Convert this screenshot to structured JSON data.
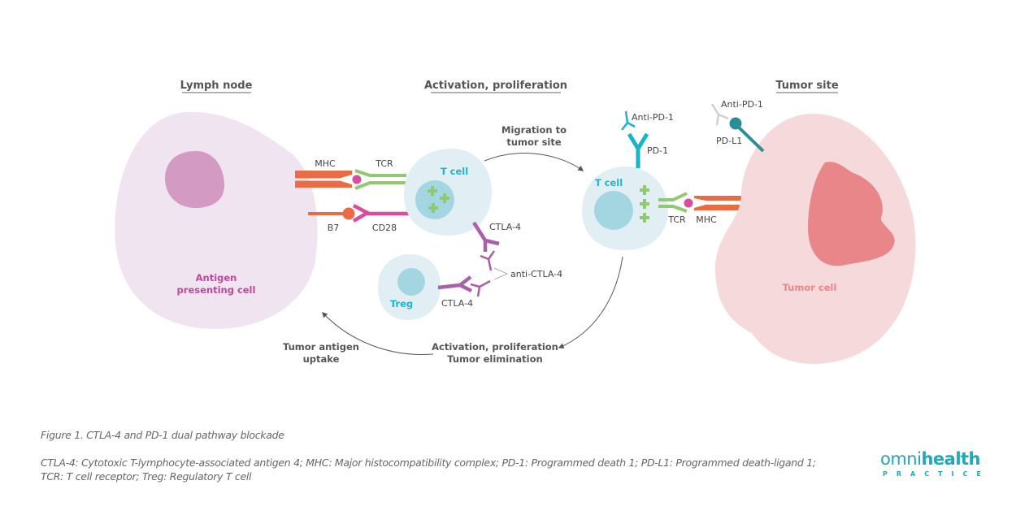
{
  "figure": {
    "sections": {
      "lymph_node": "Lymph node",
      "activation": "Activation, proliferation",
      "tumor_site": "Tumor site"
    },
    "cells": {
      "apc": [
        "Antigen",
        "presenting cell"
      ],
      "t_cell_left": "T cell",
      "t_cell_right": "T cell",
      "treg": "Treg",
      "tumor": "Tumor cell"
    },
    "molecule_labels": {
      "mhc_left": "MHC",
      "tcr_left": "TCR",
      "b7": "B7",
      "cd28": "CD28",
      "ctla4_tcell": "CTLA-4",
      "ctla4_treg": "CTLA-4",
      "anti_ctla4": "anti-CTLA-4",
      "anti_pd1_tcell": "Anti-PD-1",
      "pd1": "PD-1",
      "tcr_right": "TCR",
      "mhc_right": "MHC",
      "anti_pd1_tumor": "Anti-PD-1",
      "pdl1": "PD-L1"
    },
    "flow_labels": {
      "migration": [
        "Migration to",
        "tumor site"
      ],
      "activation_elim": [
        "Activation, proliferation",
        "Tumor elimination"
      ],
      "antigen_uptake": [
        "Tumor antigen",
        "uptake"
      ]
    },
    "colors": {
      "apc_body": "#f1e4f1",
      "apc_nucleus": "#d39ac4",
      "apc_text": "#c0479b",
      "tcell_body": "#e1eff5",
      "tcell_nucleus": "#a4d6e1",
      "tcell_text": "#1eb4cc",
      "tumor_body": "#f6d9da",
      "tumor_nucleus": "#e88689",
      "tumor_text": "#e88689",
      "mhc": "#e96c45",
      "tcr": "#8fca73",
      "cd28": "#db4c9e",
      "antigen_dot": "#db4c9e",
      "ctla4": "#ab5ea9",
      "pd1": "#19b3cc",
      "pdl1": "#2b8e97",
      "anti_pd1_grey": "#d0d0d0",
      "arrow": "#555555"
    }
  },
  "caption": {
    "title": "Figure 1. CTLA-4 and PD-1 dual pathway blockade",
    "abbreviations_line1": "CTLA-4: Cytotoxic T-lymphocyte-associated antigen 4; MHC: Major histocompatibility complex; PD-1: Programmed death 1; PD-L1: Programmed death-ligand 1;",
    "abbreviations_line2": "TCR: T cell receptor; Treg: Regulatory T cell"
  },
  "logo": {
    "prefix": "omni",
    "brand": "health",
    "sub": "PRACTICE"
  }
}
